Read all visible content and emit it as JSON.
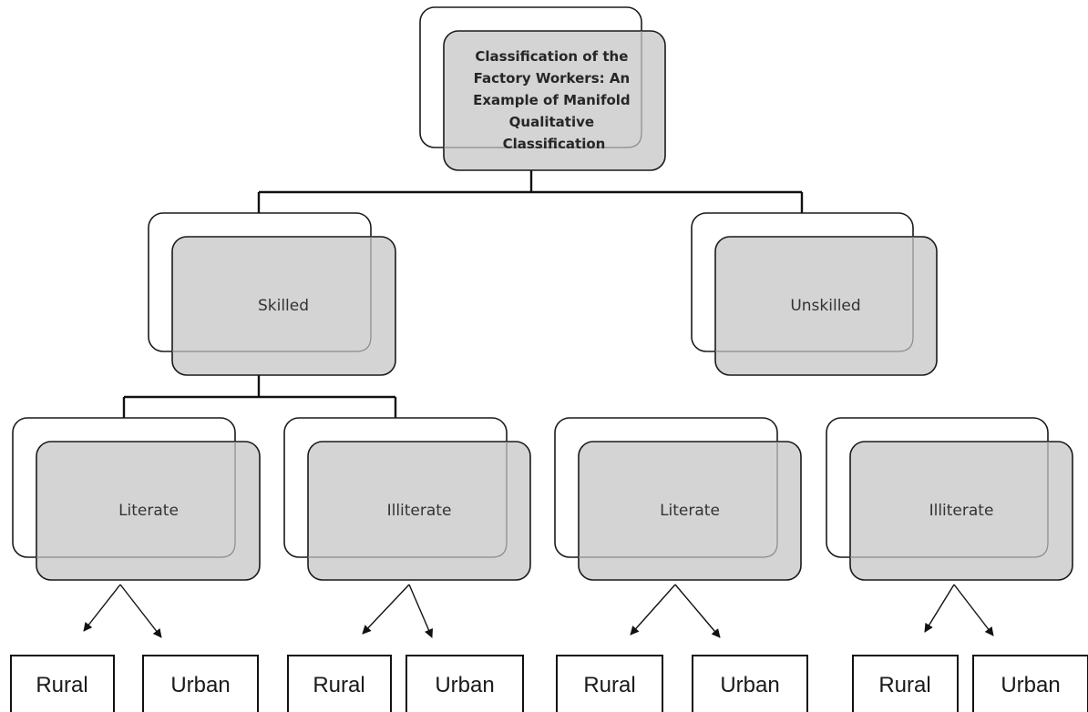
{
  "root": {
    "label_lines": [
      "Classification of the",
      "Factory Workers: An",
      "Example of Manifold",
      "Qualitative",
      "Classification"
    ]
  },
  "level1": [
    {
      "label": "Skilled"
    },
    {
      "label": "Unskilled"
    }
  ],
  "level2": [
    {
      "label": "Literate"
    },
    {
      "label": "Illiterate"
    },
    {
      "label": "Literate"
    },
    {
      "label": "Illiterate"
    }
  ],
  "leaves": [
    {
      "label": "Rural"
    },
    {
      "label": "Urban"
    },
    {
      "label": "Rural"
    },
    {
      "label": "Urban"
    },
    {
      "label": "Rural"
    },
    {
      "label": "Urban"
    },
    {
      "label": "Rural"
    },
    {
      "label": "Urban"
    }
  ]
}
